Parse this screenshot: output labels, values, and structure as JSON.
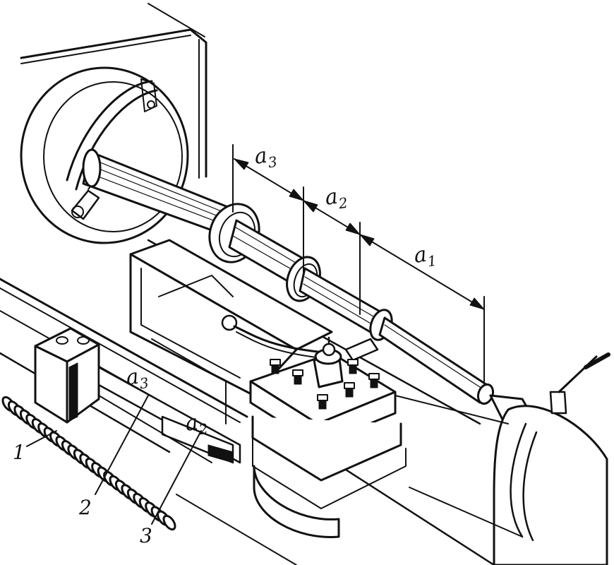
{
  "diagram": {
    "dimension_labels": {
      "a3": "a3",
      "a2": "a2",
      "a1": "a1"
    },
    "stop_labels": {
      "a3": "a3",
      "a2": "a2"
    },
    "callouts": {
      "c1": "1",
      "c2": "2",
      "c3": "3"
    }
  },
  "colors": {
    "ink": "#111111",
    "paper": "#ffffff"
  }
}
